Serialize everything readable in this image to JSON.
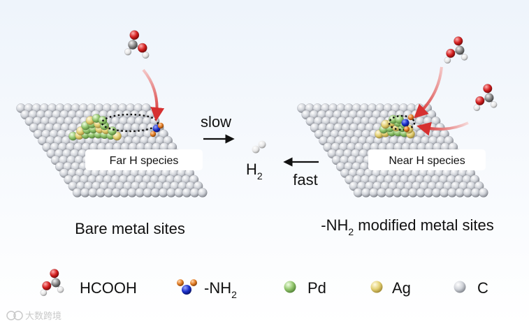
{
  "left_panel": {
    "species_label": "Far H species",
    "caption": "Bare metal sites"
  },
  "right_panel": {
    "species_label": "Near H species",
    "caption_prefix": "-NH",
    "caption_sub": "2",
    "caption_suffix": " modified metal sites"
  },
  "center": {
    "slow_label": "slow",
    "fast_label": "fast",
    "product": "H",
    "product_sub": "2"
  },
  "legend": {
    "hcooh": "HCOOH",
    "nh2_prefix": "-NH",
    "nh2_sub": "2",
    "pd": "Pd",
    "ag": "Ag",
    "c": "C"
  },
  "watermark": "大数跨境",
  "colors": {
    "carbon": "#c9ccd2",
    "pd": "#8fc46a",
    "ag": "#e3cf72",
    "oxygen": "#d42020",
    "carbon_atom": "#8a8a8a",
    "hydrogen": "#e8e8e8",
    "nitrogen": "#1a2fc8",
    "h_orange": "#e07a22",
    "arrow_red": "#d63030"
  }
}
